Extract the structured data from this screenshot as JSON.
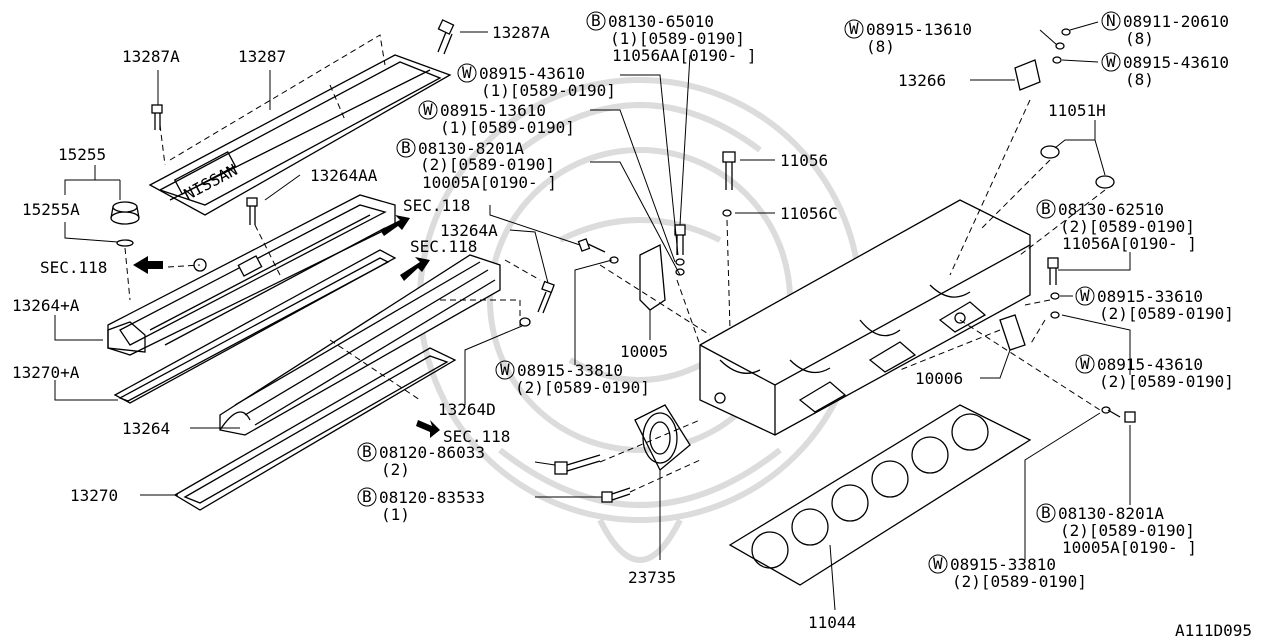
{
  "diagram_code": "A111D095",
  "callouts": {
    "p13287A_top": "13287A",
    "p13287A_left": "13287A",
    "p13287": "13287",
    "p15255": "15255",
    "p15255A": "15255A",
    "sec118_a": "SEC.118",
    "sec118_b": "SEC.118",
    "sec118_c": "SEC.118",
    "sec118_d": "SEC.118",
    "p13264AA": "13264AA",
    "p13264A": "13264A",
    "p13264pA": "13264+A",
    "p13270pA": "13270+A",
    "p13264": "13264",
    "p13270": "13270",
    "p13264D": "13264D",
    "p10005": "10005",
    "p23735": "23735",
    "p11044": "11044",
    "p11056": "11056",
    "p11056C": "11056C",
    "p11051H": "11051H",
    "p13266": "13266",
    "p10006": "10006"
  },
  "fastener_notes": {
    "b08130_65010": {
      "code": "08130-65010",
      "qty": "(1)[0589-0190]",
      "alt": "11056AA[0190-      ]"
    },
    "w08915_43610_a": {
      "code": "08915-43610",
      "qty": "(1)[0589-0190]"
    },
    "w08915_13610_a": {
      "code": "08915-13610",
      "qty": "(1)[0589-0190]"
    },
    "b08130_8201A_a": {
      "code": "08130-8201A",
      "qty": "(2)[0589-0190]",
      "alt": "10005A[0190-      ]"
    },
    "w08915_13610_b": {
      "code": "08915-13610",
      "qty": "(8)"
    },
    "n08911_20610": {
      "code": "08911-20610",
      "qty": "(8)"
    },
    "w08915_43610_b": {
      "code": "08915-43610",
      "qty": "(8)"
    },
    "b08130_62510": {
      "code": "08130-62510",
      "qty": "(2)[0589-0190]",
      "alt": "11056A[0190-      ]"
    },
    "w08915_33610": {
      "code": "08915-33610",
      "qty": "(2)[0589-0190]"
    },
    "w08915_43610_c": {
      "code": "08915-43610",
      "qty": "(2)[0589-0190]"
    },
    "w08915_33810_a": {
      "code": "08915-33810",
      "qty": "(2)[0589-0190]"
    },
    "b08120_86033": {
      "code": "08120-86033",
      "qty": "(2)"
    },
    "b08120_83533": {
      "code": "08120-83533",
      "qty": "(1)"
    },
    "b08130_8201A_b": {
      "code": "08130-8201A",
      "qty": "(2)[0589-0190]",
      "alt": "10005A[0190-      ]"
    },
    "w08915_33810_b": {
      "code": "08915-33810",
      "qty": "(2)[0589-0190]"
    }
  },
  "prefix_marks": {
    "bolt": "B",
    "washer": "W",
    "nut": "N"
  },
  "cover_logo": "NISSAN"
}
